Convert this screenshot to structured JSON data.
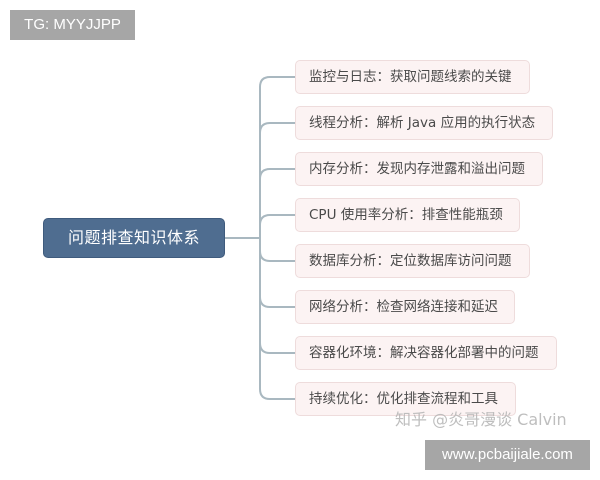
{
  "overlay": {
    "top_left_tag": "TG: MYYJJPP",
    "bottom_right_site": "www.pcbaijiale.com",
    "watermark": "知乎 @炎哥漫谈 Calvin"
  },
  "mindmap": {
    "root": {
      "label": "问题排查知识体系",
      "color": "#4f6d90"
    },
    "branches": [
      {
        "label": "监控与日志：获取问题线索的关键"
      },
      {
        "label": "线程分析：解析 Java 应用的执行状态"
      },
      {
        "label": "内存分析：发现内存泄露和溢出问题"
      },
      {
        "label": "CPU 使用率分析：排查性能瓶颈"
      },
      {
        "label": "数据库分析：定位数据库访问问题"
      },
      {
        "label": "网络分析：检查网络连接和延迟"
      },
      {
        "label": "容器化环境：解决容器化部署中的问题"
      },
      {
        "label": "持续优化：优化排查流程和工具"
      }
    ],
    "branch_fill": "#fcf3f3",
    "branch_border": "#eedcdc",
    "connector_color": "#a9b8c0"
  }
}
